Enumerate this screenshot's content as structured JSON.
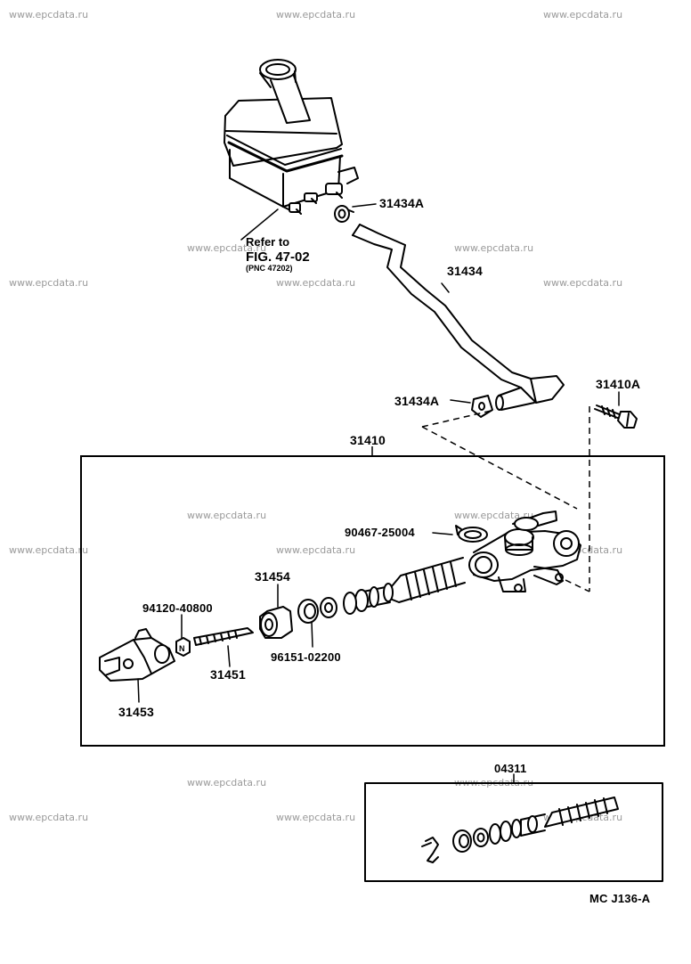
{
  "watermark": "www.epcdata.ru",
  "reference": {
    "line1": "Refer to",
    "line2": "FIG. 47-02",
    "line3": "(PNC 47202)"
  },
  "parts": {
    "p31434A_top": "31434A",
    "p31434": "31434",
    "p31434A_mid": "31434A",
    "p31410A": "31410A",
    "p31410": "31410",
    "p90467": "90467-25004",
    "p31454": "31454",
    "p94120": "94120-40800",
    "p96151": "96151-02200",
    "p31451": "31451",
    "p31453": "31453",
    "p04311": "04311"
  },
  "figure_code": "MC J136-A"
}
